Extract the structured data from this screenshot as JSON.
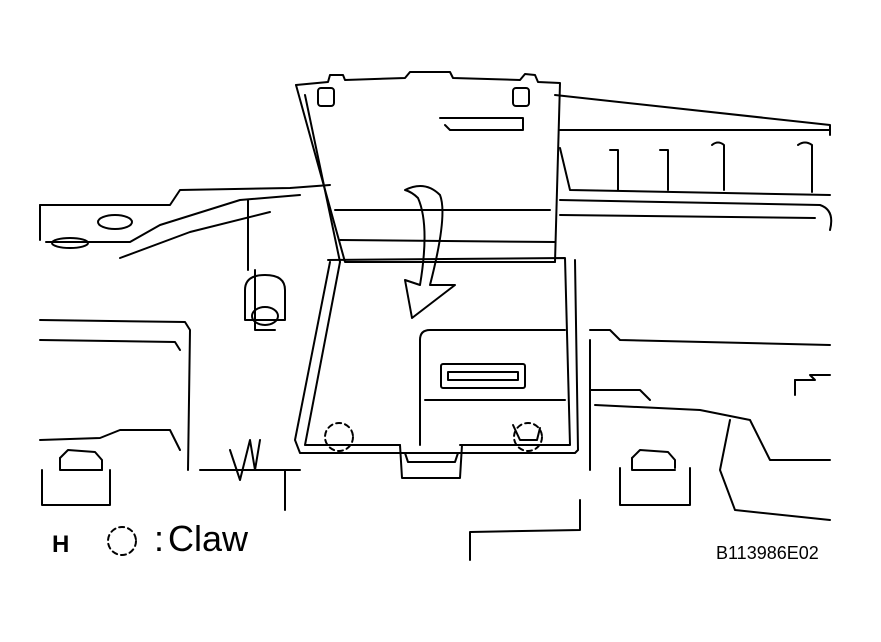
{
  "view_label": "H",
  "legend": {
    "symbol_icon": "dashed-circle-icon",
    "separator": ":",
    "text": "Claw"
  },
  "reference_code": "B113986E02"
}
